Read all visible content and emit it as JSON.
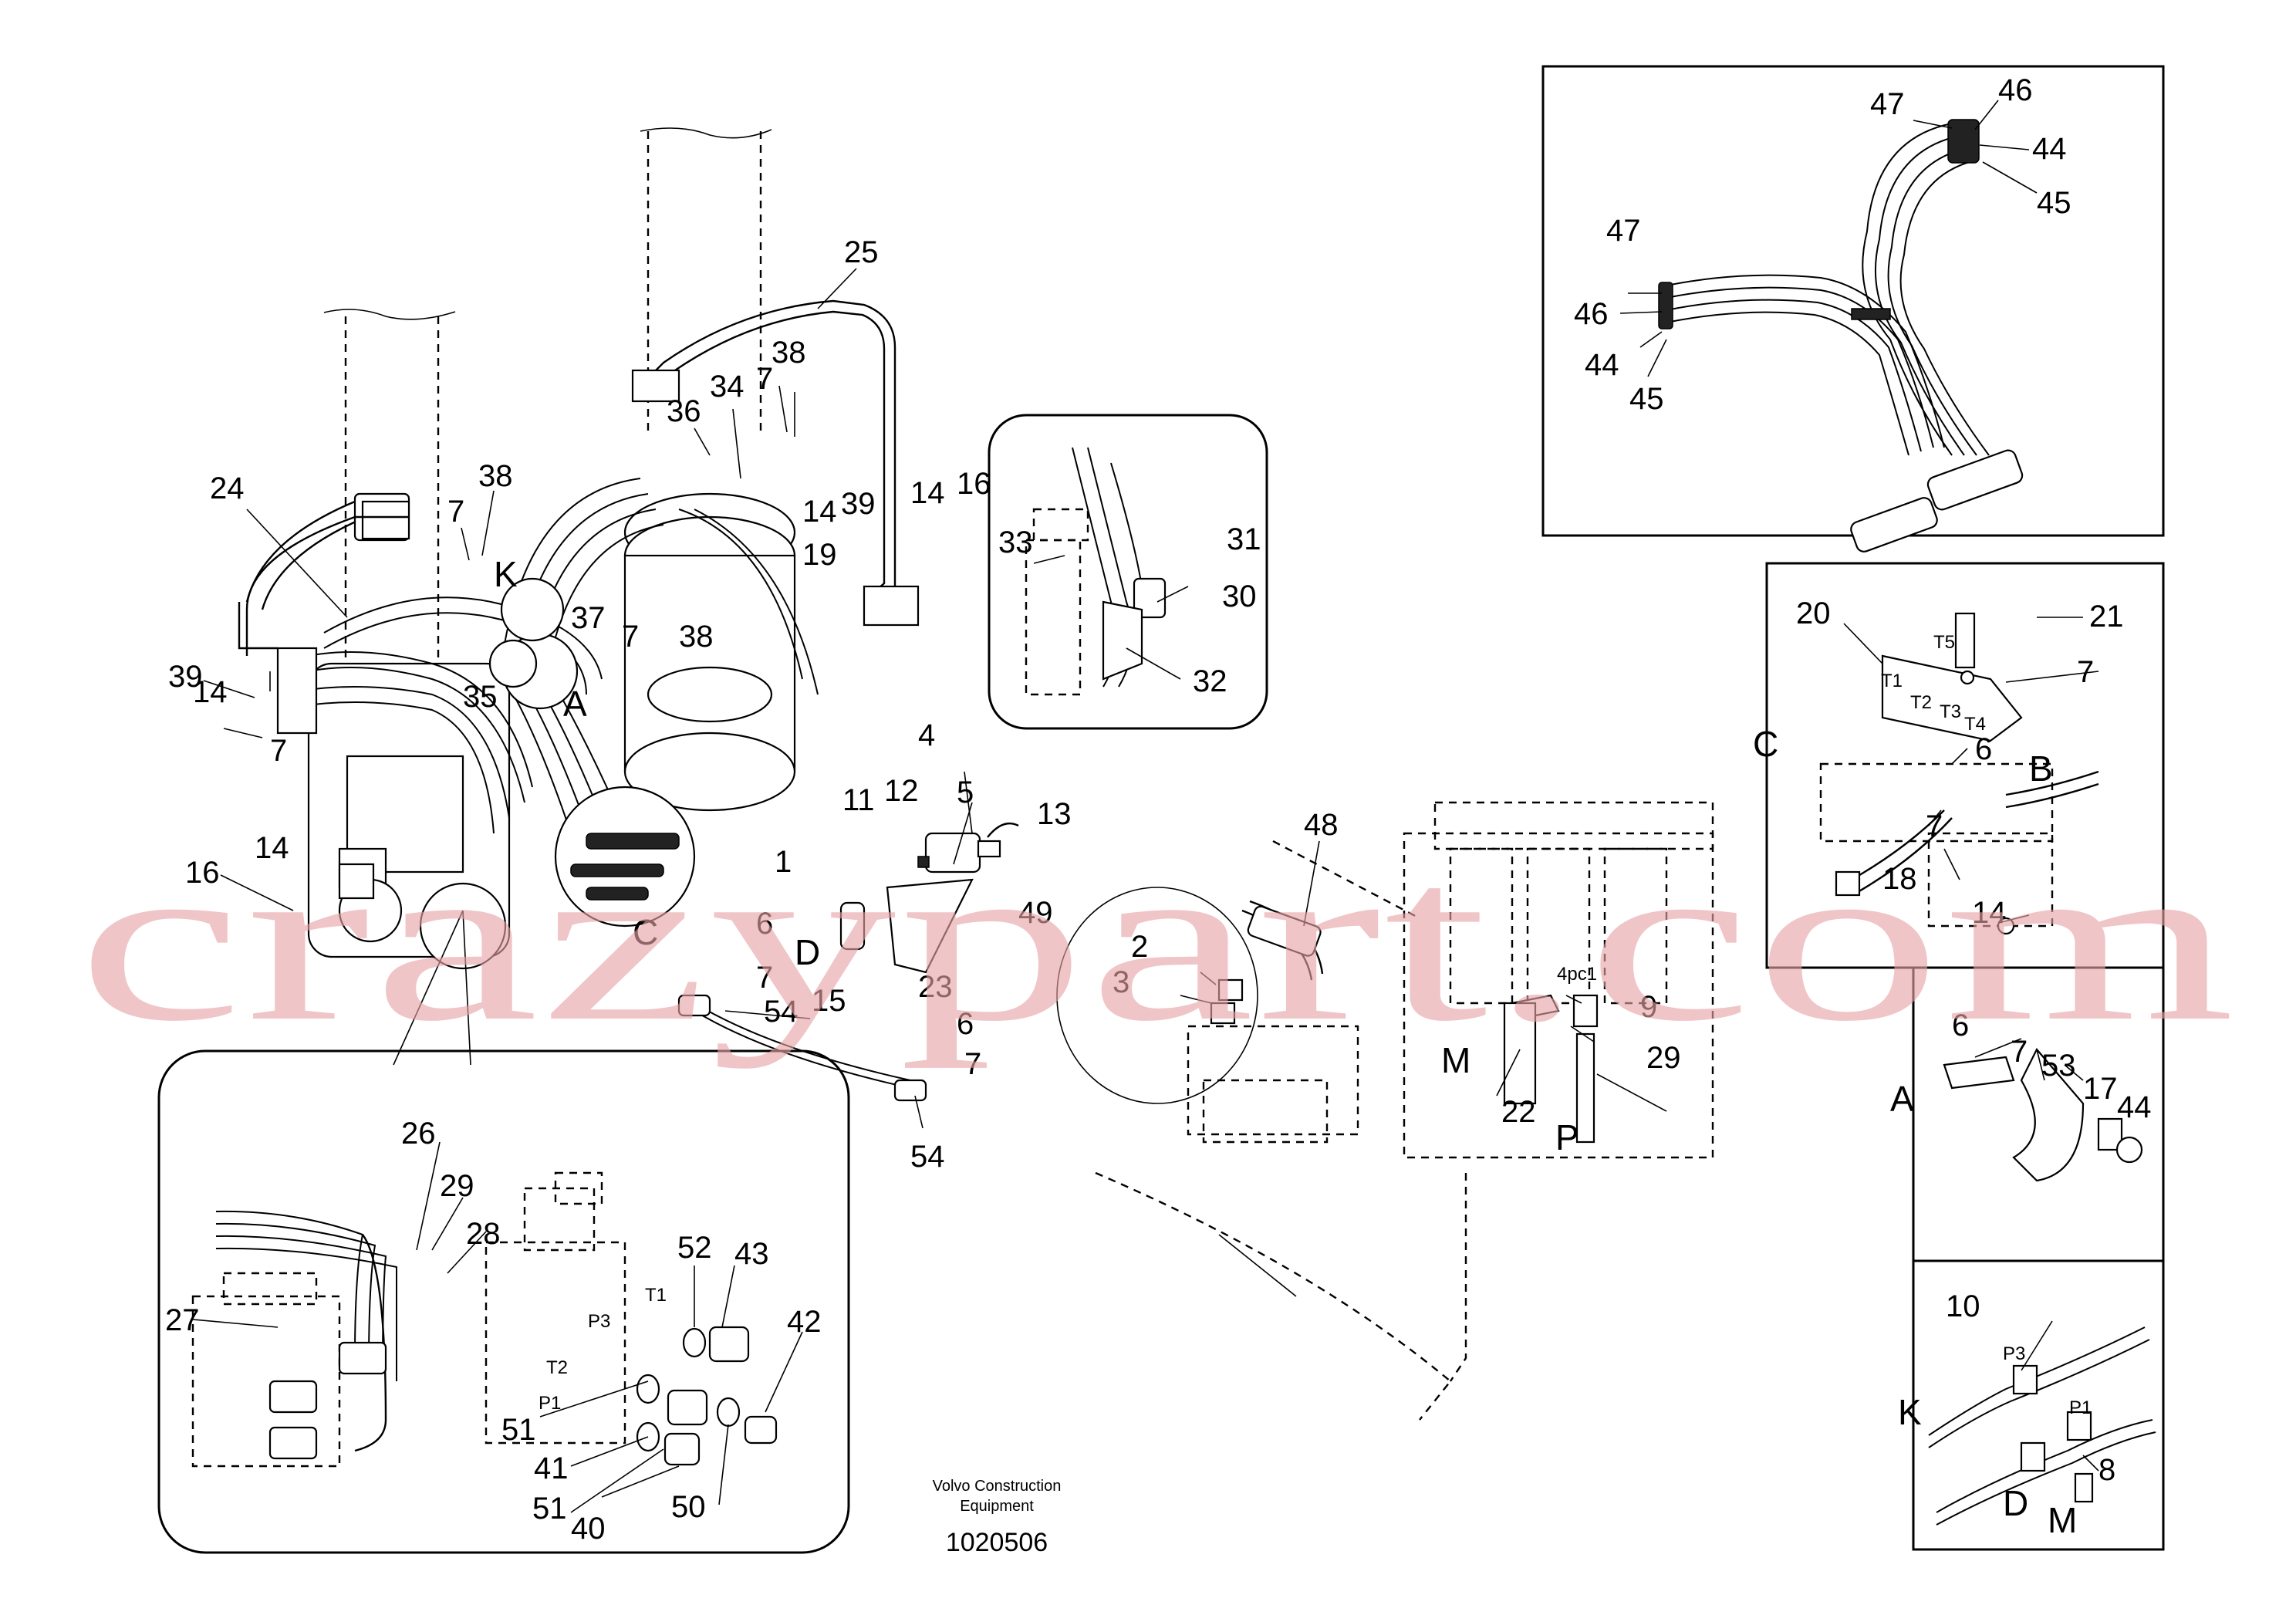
{
  "document_number": "1020506",
  "credit_line1": "Volvo Construction",
  "credit_line2": "Equipment",
  "watermark": "crazypart.com",
  "callouts": {
    "c1": "1",
    "c2": "2",
    "c3": "3",
    "c4": "4",
    "c5": "5",
    "c6a": "6",
    "c6b": "6",
    "c6c": "6",
    "c6d": "6",
    "c7a": "7",
    "c7b": "7",
    "c7c": "7",
    "c7d": "7",
    "c7e": "7",
    "c7f": "7",
    "c7g": "7",
    "c7h": "7",
    "c8": "8",
    "c9": "9",
    "c10": "10",
    "c11": "11",
    "c12": "12",
    "c13": "13",
    "c14a": "14",
    "c14b": "14",
    "c14c": "14",
    "c14d": "14",
    "c14e": "14",
    "c15": "15",
    "c16a": "16",
    "c16b": "16",
    "c17": "17",
    "c18": "18",
    "c19": "19",
    "c20": "20",
    "c21": "21",
    "c22": "22",
    "c23": "23",
    "c24": "24",
    "c25": "25",
    "c26": "26",
    "c27": "27",
    "c28": "28",
    "c29a": "29",
    "c29b": "29",
    "c30": "30",
    "c31": "31",
    "c32": "32",
    "c33": "33",
    "c34": "34",
    "c35": "35",
    "c36": "36",
    "c37": "37",
    "c38a": "38",
    "c38b": "38",
    "c38c": "38",
    "c39a": "39",
    "c39b": "39",
    "c40": "40",
    "c41": "41",
    "c42": "42",
    "c43": "43",
    "c44a": "44",
    "c44b": "44",
    "c44c": "44",
    "c45a": "45",
    "c45b": "45",
    "c46a": "46",
    "c46b": "46",
    "c47a": "47",
    "c47b": "47",
    "c48": "48",
    "c49": "49",
    "c50": "50",
    "c51a": "51",
    "c51b": "51",
    "c52": "52",
    "c53": "53",
    "c54a": "54",
    "c54b": "54"
  },
  "view_labels": {
    "a_main": "A",
    "a_detail": "A",
    "b": "B",
    "c_main": "C",
    "c_detail": "C",
    "d_main": "D",
    "d_detail": "D",
    "k_main": "K",
    "k_detail": "K",
    "m_main": "M",
    "m_detail": "M",
    "p_main": "P"
  },
  "port_labels": {
    "t1": "T1",
    "t2": "T2",
    "t3": "T3",
    "t4": "T4",
    "t5": "T5",
    "p1": "P1",
    "p3": "P3",
    "d_t1": "T1",
    "d_t2": "T2",
    "d_p1": "P1",
    "d_p3": "P3",
    "pc1": "4pc1"
  }
}
